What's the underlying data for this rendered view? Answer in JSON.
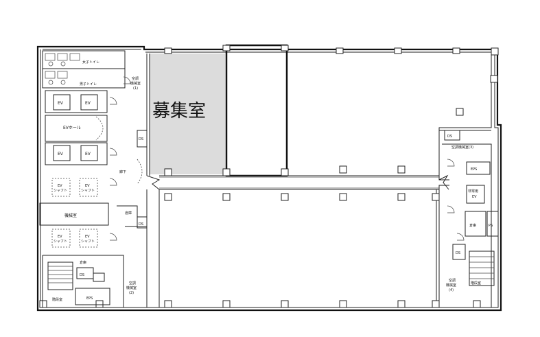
{
  "highlight_label": "募集室",
  "highlight_color": "#dcdcdc",
  "core": {
    "toilet_w": "女子トイレ",
    "toilet_m": "男子トイレ",
    "shaft1": "空調\n機械室\n(1)",
    "ev": "EV",
    "ev_hall": "EVホール",
    "corridor": "廊下",
    "ds": "DS",
    "ev_shaft": "EV\nシャフト",
    "machine_room": "機械室",
    "storage": "倉庫",
    "stair_room": "階段室",
    "eps": "EPS",
    "shaft2": "空調\n機械室\n(2)",
    "shaft3": "空調機械室(3)",
    "ps": "PS",
    "emergency_ev": "非常用\nEV",
    "shaft4": "空調\n機械室\n(4)"
  }
}
